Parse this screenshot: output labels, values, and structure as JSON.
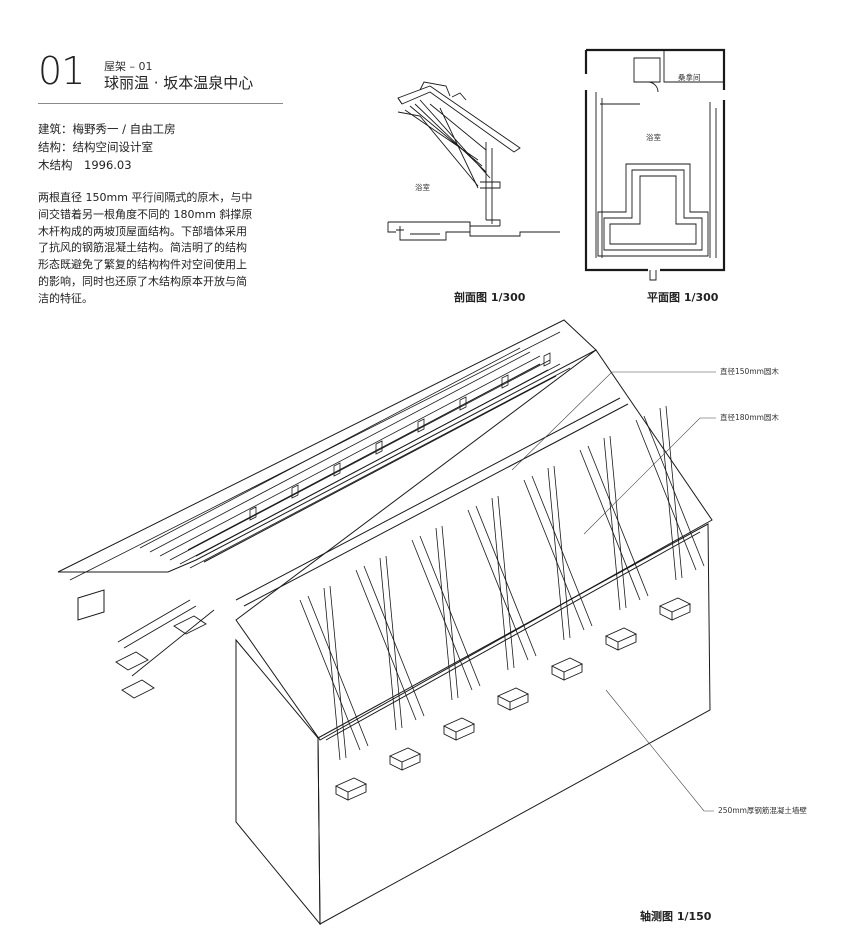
{
  "header": {
    "number": "01",
    "subtitle": "屋架 – 01",
    "project": "球丽温 · 坂本温泉中心"
  },
  "credits": {
    "architecture": "建筑：梅野秀一 / 自由工房",
    "structure": "结构：结构空间设计室",
    "wood": "木结构　1996.03"
  },
  "description": [
    "两根直径 150mm 平行间隔式的原木，与中",
    "间交错着另一根角度不同的 180mm 斜撑原",
    "木杆构成的两坡顶屋面结构。下部墙体采用",
    "了抗风的钢筋混凝土结构。简洁明了的结构",
    "形态既避免了繁复的结构构件对空间使用上",
    "的影响，同时也还原了木结构原本开放与简",
    "洁的特征。"
  ],
  "section": {
    "room_label": "浴室",
    "caption": "剖面图  1/300"
  },
  "plan": {
    "sauna_label": "桑拿间",
    "bath_label": "浴室",
    "caption": "平面图  1/300"
  },
  "axo": {
    "annotation_150": "直径150mm圆木",
    "annotation_180": "直径180mm圆木",
    "annotation_wall": "250mm厚钢筋混凝土墙壁",
    "caption": "轴测图  1/150"
  }
}
